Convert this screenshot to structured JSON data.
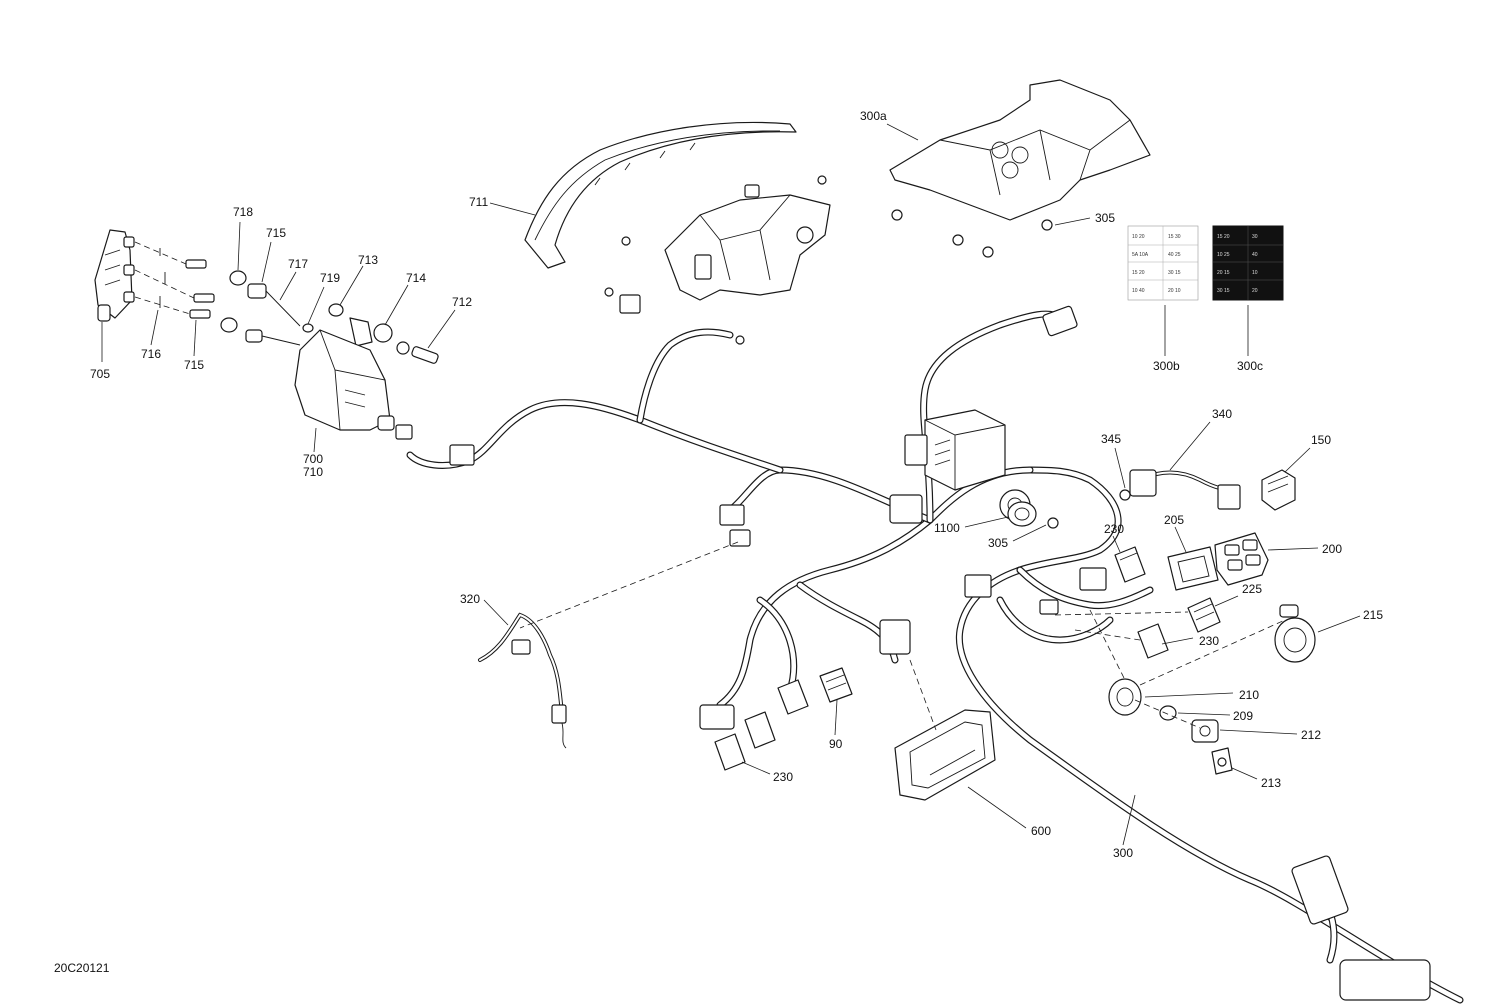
{
  "drawing_code": "20C20121",
  "callouts": {
    "c300a": "300a",
    "c305_top": "305",
    "c300b": "300b",
    "c300c": "300c",
    "c711": "711",
    "c718": "718",
    "c715_top": "715",
    "c717": "717",
    "c719": "719",
    "c713": "713",
    "c714": "714",
    "c712": "712",
    "c705": "705",
    "c716": "716",
    "c715_bot": "715",
    "c700": "700",
    "c710": "710",
    "c340": "340",
    "c345": "345",
    "c150": "150",
    "c1100": "1100",
    "c305_mid": "305",
    "c230_top": "230",
    "c205": "205",
    "c200": "200",
    "c225": "225",
    "c215": "215",
    "c230_mid": "230",
    "c210": "210",
    "c209": "209",
    "c212": "212",
    "c213": "213",
    "c320": "320",
    "c90": "90",
    "c230_bot": "230",
    "c600": "600",
    "c300": "300"
  },
  "icons": {
    "headlight": "headlight-assembly-icon",
    "decal_light": "fuse-decal-icon",
    "decal_dark": "relay-decal-icon"
  },
  "colors": {
    "line": "#1a1a1a",
    "background": "#ffffff",
    "decal_dark": "#111111"
  }
}
